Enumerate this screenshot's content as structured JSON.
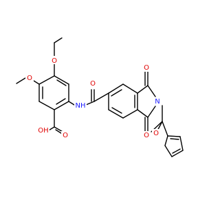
{
  "molecule": {
    "atoms": {
      "ome1_o": "O",
      "ome2_o": "O",
      "acid_oh": "OH",
      "acid_o": "O",
      "amide_nh": "NH",
      "amide_o": "O",
      "imide_n": "N",
      "imide_o1": "O",
      "imide_o2": "O",
      "furan_o": "O"
    },
    "colors": {
      "carbon_bond": "#000000",
      "oxygen": "#e00000",
      "nitrogen": "#1a1aff"
    }
  }
}
